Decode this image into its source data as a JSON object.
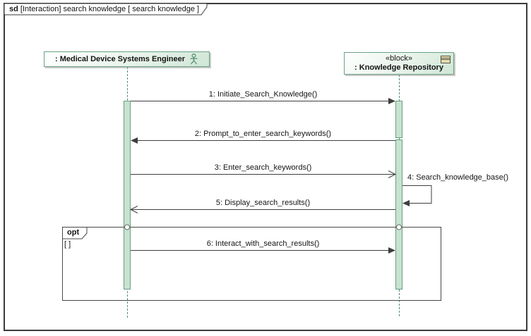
{
  "frame": {
    "title_keyword": "sd",
    "title_text": "[Interaction] search knowledge [ search knowledge ]"
  },
  "lifelines": [
    {
      "name": ": Medical Device Systems Engineer",
      "icon": "actor-icon"
    },
    {
      "stereotype": "«block»",
      "name": ": Knowledge Repository",
      "icon": "block-icon"
    }
  ],
  "messages": [
    {
      "label": "1: Initiate_Search_Knowledge()",
      "from": ": Medical Device Systems Engineer",
      "to": ": Knowledge Repository",
      "arrow": "filled"
    },
    {
      "label": "2: Prompt_to_enter_search_keywords()",
      "from": ": Knowledge Repository",
      "to": ": Medical Device Systems Engineer",
      "arrow": "filled"
    },
    {
      "label": "3: Enter_search_keywords()",
      "from": ": Medical Device Systems Engineer",
      "to": ": Knowledge Repository",
      "arrow": "open"
    },
    {
      "label": "4: Search_knowledge_base()",
      "from": ": Knowledge Repository",
      "to": ": Knowledge Repository",
      "arrow": "filled-self"
    },
    {
      "label": "5: Display_search_results()",
      "from": ": Knowledge Repository",
      "to": ": Medical Device Systems Engineer",
      "arrow": "open"
    },
    {
      "label": "6: Interact_with_search_results()",
      "from": ": Medical Device Systems Engineer",
      "to": ": Knowledge Repository",
      "arrow": "filled"
    }
  ],
  "fragment": {
    "operator": "opt",
    "guard": "[ ]"
  },
  "colors": {
    "activation_fill": "#c8e2d0",
    "activation_border": "#699e81",
    "lifeline_dash": "#4e8d76",
    "head_fill": "#cfe6d6",
    "head_border": "#69a183",
    "frame_border": "#3a3a3a",
    "message_line": "#3e3e3e",
    "block_icon_fill": "#e7ddb3",
    "text": "#141414"
  }
}
